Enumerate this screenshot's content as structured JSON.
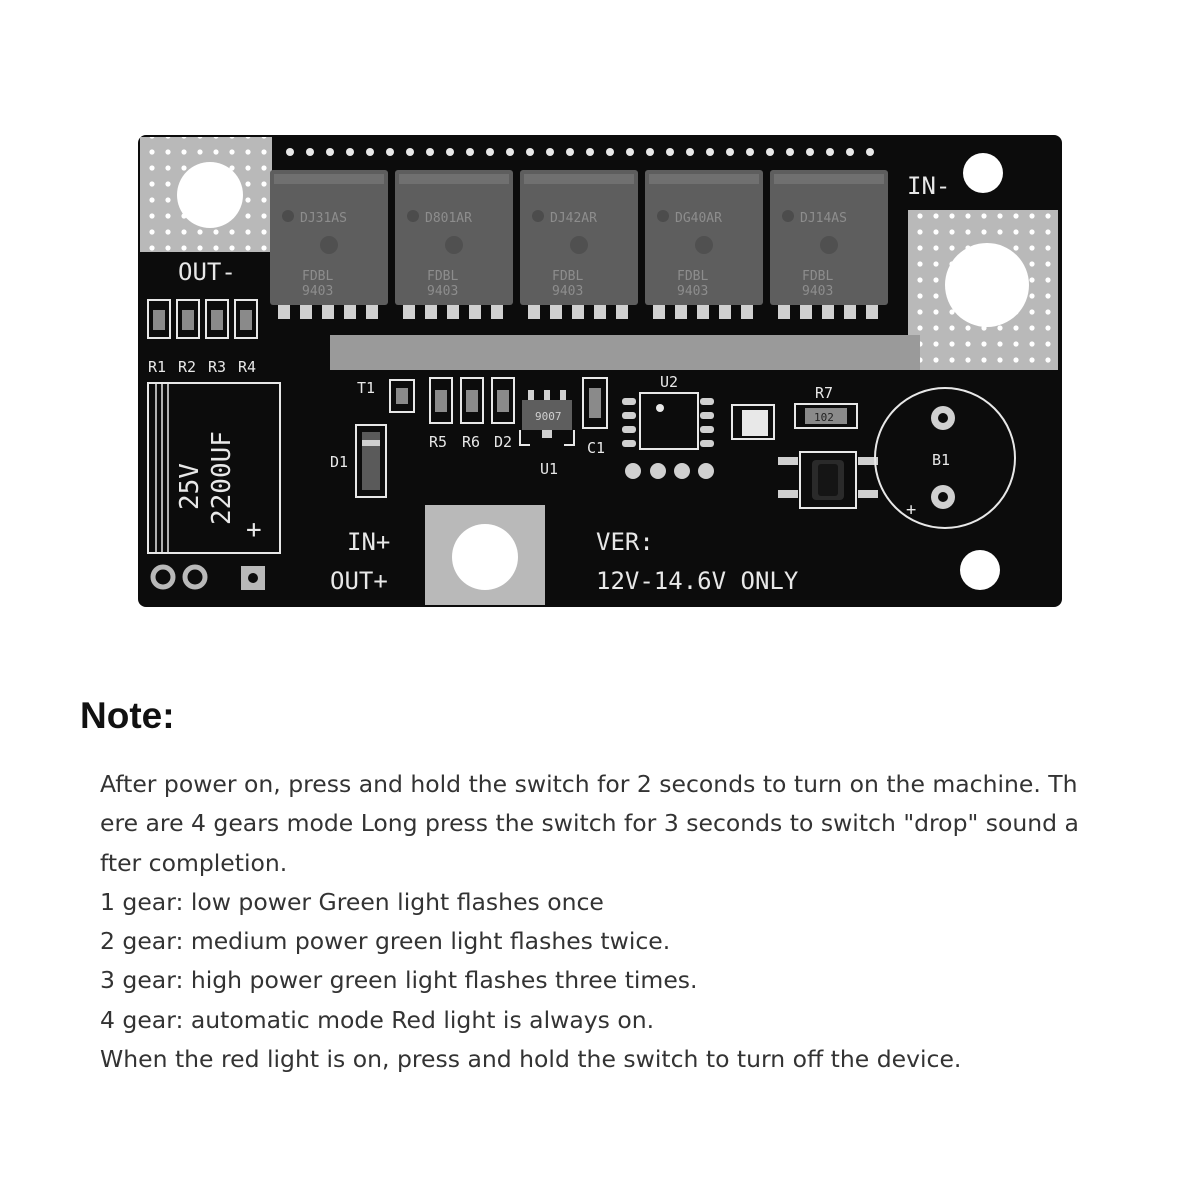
{
  "board": {
    "colors": {
      "pcb": "#0c0c0c",
      "silkscreen": "#e8e8e8",
      "copper_pad": "#b9b9b9",
      "chip": "#5e5e5e"
    },
    "labels": {
      "out_neg": "OUT-",
      "in_neg": "IN-",
      "in_pos": "IN+",
      "out_pos": "OUT+",
      "ver": "VER:",
      "voltage": "12V-14.6V ONLY",
      "cap_voltage": "25V",
      "cap_value": "2200UF",
      "cap_plus": "+",
      "battery": "B1",
      "battery_plus": "+",
      "resistors_left": [
        "R1",
        "R2",
        "R3",
        "R4"
      ],
      "mid_parts": [
        "R5",
        "R6",
        "D2"
      ],
      "t1": "T1",
      "d1": "D1",
      "u1": "U1",
      "u1_chip": "9007",
      "c1": "C1",
      "u2": "U2",
      "r7": "R7",
      "r7_code": "102"
    },
    "mosfets": [
      {
        "code": "DJ31AS",
        "brand": "FDBL",
        "part": "9403"
      },
      {
        "code": "D801AR",
        "brand": "FDBL",
        "part": "9403"
      },
      {
        "code": "DJ42AR",
        "brand": "FDBL",
        "part": "9403"
      },
      {
        "code": "DG40AR",
        "brand": "FDBL",
        "part": "9403"
      },
      {
        "code": "DJ14AS",
        "brand": "FDBL",
        "part": "9403"
      }
    ]
  },
  "note": {
    "title": "Note:",
    "lines": [
      "After power on, press and hold the switch for 2 seconds to turn on the machine. Th",
      "ere are 4 gears mode Long press the switch for 3 seconds to switch \"drop\" sound a",
      "fter completion.",
      "1 gear: low power Green light flashes once",
      "2 gear: medium power green light flashes twice.",
      "3 gear: high power green light flashes three times.",
      "4 gear: automatic mode Red light is always on.",
      "When the red light is on, press and hold the switch to turn off the device."
    ]
  }
}
